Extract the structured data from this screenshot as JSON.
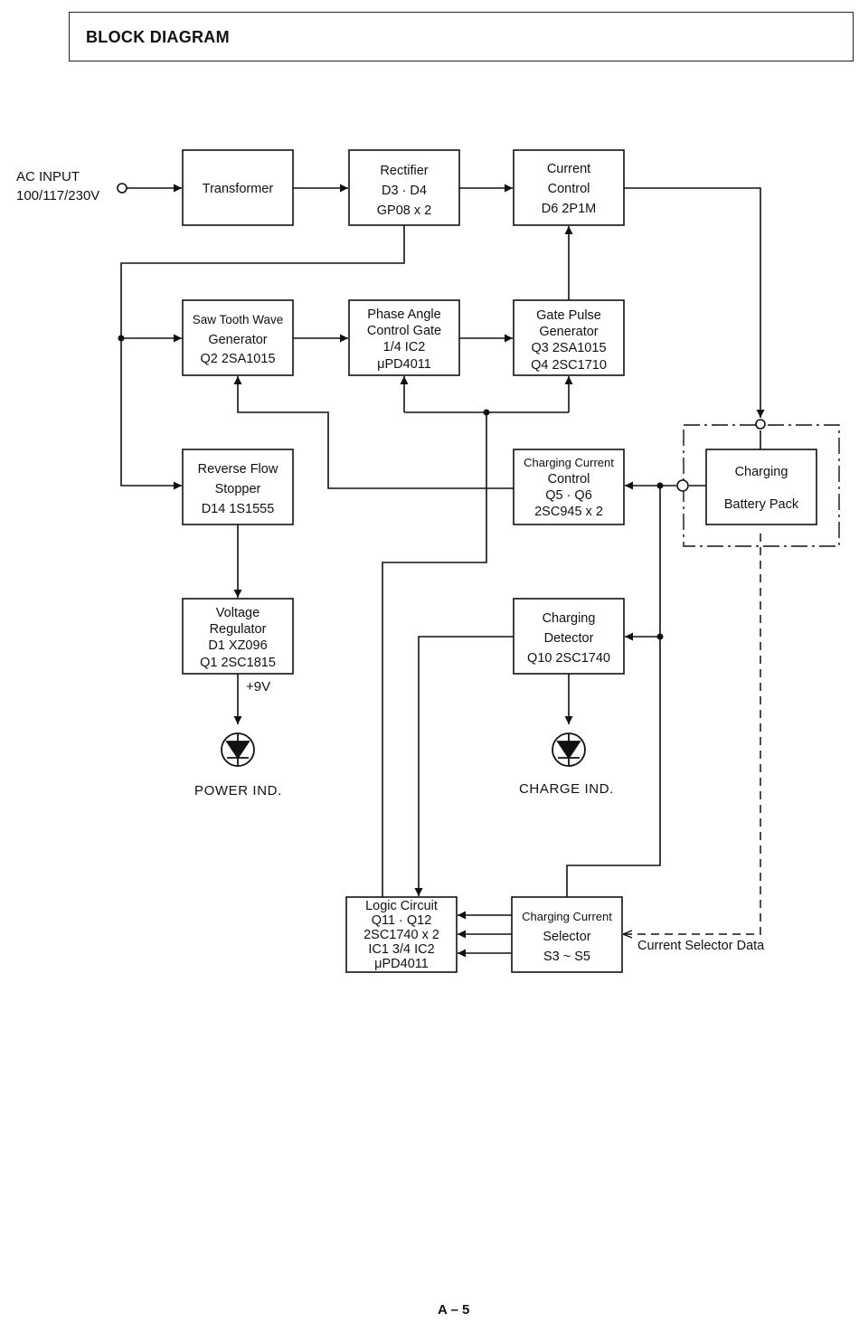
{
  "header": {
    "title": "BLOCK DIAGRAM"
  },
  "blocks": {
    "transformer": [
      "Transformer"
    ],
    "rectifier": [
      "Rectifier",
      "D3 · D4",
      "GP08 x 2"
    ],
    "current_control": [
      "Current",
      "Control",
      "D6 2P1M"
    ],
    "saw_tooth": [
      "Saw Tooth Wave",
      "Generator",
      "Q2 2SA1015"
    ],
    "phase_angle": [
      "Phase Angle",
      "Control Gate",
      "1/4 IC2",
      "μPD4011"
    ],
    "gate_pulse": [
      "Gate Pulse",
      "Generator",
      "Q3 2SA1015",
      "Q4 2SC1710"
    ],
    "reverse_flow": [
      "Reverse Flow",
      "Stopper",
      "D14 1S1555"
    ],
    "charging_current_control": [
      "Charging Current",
      "Control",
      "Q5 · Q6",
      "2SC945 x 2"
    ],
    "charging_battery_pack": [
      "Charging",
      "Battery Pack"
    ],
    "voltage_regulator": [
      "Voltage",
      "Regulator",
      "D1 XZ096",
      "Q1 2SC1815"
    ],
    "charging_detector": [
      "Charging",
      "Detector",
      "Q10 2SC1740"
    ],
    "logic_circuit": [
      "Logic Circuit",
      "Q11 · Q12",
      "2SC1740 x 2",
      "IC1 3/4 IC2",
      "μPD4011"
    ],
    "charging_current_selector": [
      "Charging Current",
      "Selector",
      "S3 ~ S5"
    ]
  },
  "labels": {
    "ac_input": [
      "AC INPUT",
      "100/117/230V"
    ],
    "plus_9v": "+9V",
    "power_ind": "POWER IND.",
    "charge_ind": "CHARGE IND.",
    "current_selector_data": "Current Selector Data"
  },
  "footer": {
    "page_number": "A – 5"
  }
}
